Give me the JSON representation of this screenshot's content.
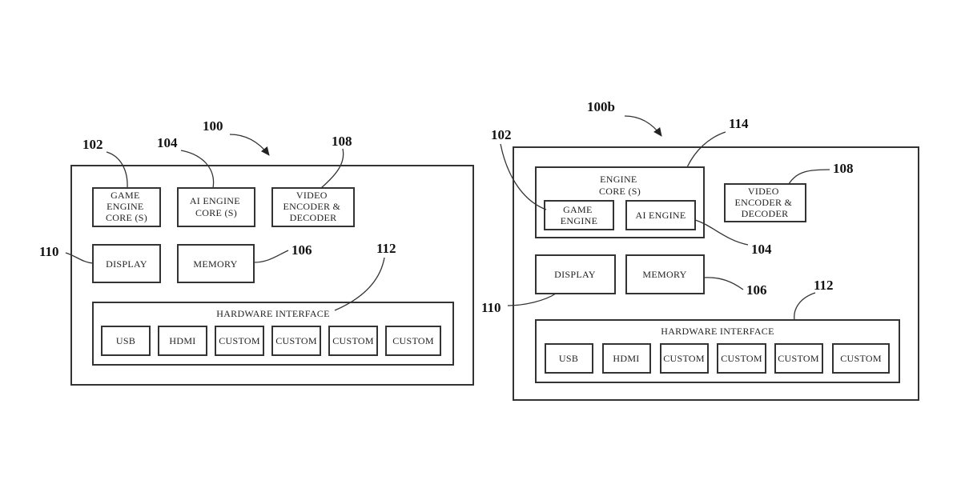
{
  "colors": {
    "ink": "#333333",
    "background": "#ffffff"
  },
  "fig_a": {
    "ref_main": "100",
    "game_engine": {
      "ref": "102",
      "lines": [
        "GAME",
        "ENGINE",
        "CORE (S)"
      ]
    },
    "ai_engine": {
      "ref": "104",
      "lines": [
        "AI ENGINE",
        "CORE (S)"
      ]
    },
    "video": {
      "ref": "108",
      "lines": [
        "VIDEO",
        "ENCODER &",
        "DECODER"
      ]
    },
    "display": {
      "ref": "110",
      "label": "DISPLAY"
    },
    "memory": {
      "ref": "106",
      "label": "MEMORY"
    },
    "hw": {
      "ref": "112",
      "title": "HARDWARE INTERFACE",
      "ports": [
        "USB",
        "HDMI",
        "CUSTOM",
        "CUSTOM",
        "CUSTOM",
        "CUSTOM"
      ]
    }
  },
  "fig_b": {
    "ref_main": "100b",
    "engine_core": {
      "ref": "114",
      "lines": [
        "ENGINE",
        "CORE (S)"
      ]
    },
    "game_engine": {
      "ref": "102",
      "lines": [
        "GAME",
        "ENGINE"
      ]
    },
    "ai_engine": {
      "ref": "104",
      "label": "AI ENGINE"
    },
    "video": {
      "ref": "108",
      "lines": [
        "VIDEO",
        "ENCODER &",
        "DECODER"
      ]
    },
    "display": {
      "ref": "110",
      "label": "DISPLAY"
    },
    "memory": {
      "ref": "106",
      "label": "MEMORY"
    },
    "hw": {
      "ref": "112",
      "title": "HARDWARE INTERFACE",
      "ports": [
        "USB",
        "HDMI",
        "CUSTOM",
        "CUSTOM",
        "CUSTOM",
        "CUSTOM"
      ]
    }
  }
}
